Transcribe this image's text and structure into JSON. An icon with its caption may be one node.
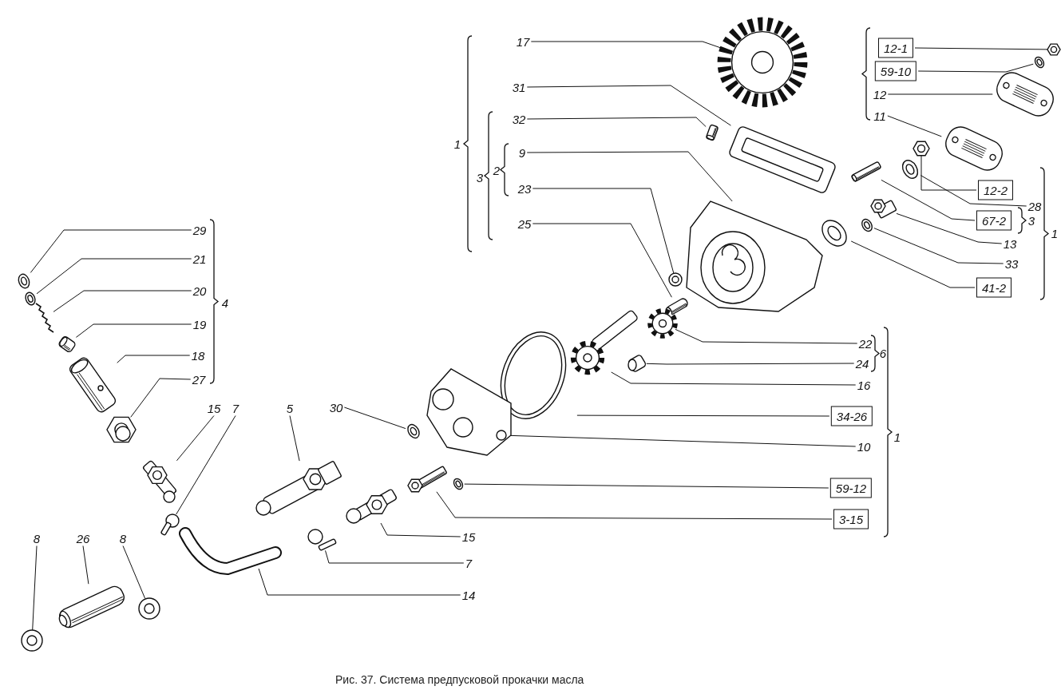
{
  "diagram": {
    "caption": "Рис. 37. Система предпусковой прокачки масла",
    "nodes": [
      {
        "text": [
          "17"
        ]
      },
      {
        "text": [
          "12-1"
        ]
      },
      {
        "text": [
          "59-10"
        ]
      },
      {
        "text": [
          "31"
        ]
      },
      {
        "text": [
          "12"
        ]
      },
      {
        "text": [
          "11"
        ]
      },
      {
        "text": [
          "32"
        ]
      },
      {
        "text": [
          "9"
        ]
      },
      {
        "text": [
          "12-2"
        ]
      },
      {
        "text": [
          "23"
        ]
      },
      {
        "text": [
          "28"
        ]
      },
      {
        "text": [
          "67-2"
        ]
      },
      {
        "text": [
          "25"
        ]
      },
      {
        "text": [
          "29"
        ]
      },
      {
        "text": [
          "13"
        ]
      },
      {
        "text": [
          "21"
        ]
      },
      {
        "text": [
          "33"
        ]
      },
      {
        "text": [
          "41-2"
        ]
      },
      {
        "text": [
          "20"
        ]
      },
      {
        "text": [
          "19"
        ]
      },
      {
        "text": [
          "22"
        ]
      },
      {
        "text": [
          "18"
        ]
      },
      {
        "text": [
          "24"
        ]
      },
      {
        "text": [
          "27"
        ]
      },
      {
        "text": [
          "16"
        ]
      },
      {
        "text": [
          "15"
        ]
      },
      {
        "text": [
          "7"
        ]
      },
      {
        "text": [
          "5"
        ]
      },
      {
        "text": [
          "30"
        ]
      },
      {
        "text": [
          "34-26"
        ]
      },
      {
        "text": [
          "10"
        ]
      },
      {
        "text": [
          "59-12"
        ]
      },
      {
        "text": [
          "3-15"
        ]
      },
      {
        "text": [
          "8"
        ]
      },
      {
        "text": [
          "26"
        ]
      },
      {
        "text": [
          "8"
        ]
      },
      {
        "text": [
          "15"
        ]
      },
      {
        "text": [
          "7"
        ]
      },
      {
        "text": [
          "14"
        ]
      },
      {
        "text": [],
        "shape": "picture"
      },
      {
        "text": [],
        "shape": "picture"
      },
      {
        "text": [],
        "shape": "picture"
      },
      {
        "text": [],
        "shape": "picture"
      },
      {
        "text": [],
        "shape": "picture"
      },
      {
        "text": [],
        "shape": "picture"
      },
      {
        "text": [],
        "shape": "picture"
      },
      {
        "text": [],
        "shape": "picture"
      },
      {
        "text": [],
        "shape": "picture"
      },
      {
        "text": [],
        "shape": "picture"
      },
      {
        "text": [],
        "shape": "picture"
      },
      {
        "text": [],
        "shape": "picture"
      },
      {
        "text": [],
        "shape": "picture"
      },
      {
        "text": [],
        "shape": "picture"
      },
      {
        "text": [],
        "shape": "picture"
      },
      {
        "text": [],
        "shape": "picture"
      },
      {
        "text": [],
        "shape": "picture"
      },
      {
        "text": [],
        "shape": "picture"
      },
      {
        "text": [],
        "shape": "picture"
      },
      {
        "text": [],
        "shape": "picture"
      },
      {
        "text": [],
        "shape": "picture"
      },
      {
        "text": [],
        "shape": "picture"
      },
      {
        "text": [],
        "shape": "picture"
      },
      {
        "text": [],
        "shape": "picture"
      },
      {
        "text": [],
        "shape": "picture"
      },
      {
        "text": [],
        "shape": "picture"
      },
      {
        "text": [],
        "shape": "picture"
      },
      {
        "text": [],
        "shape": "picture"
      },
      {
        "text": [],
        "shape": "picture"
      },
      {
        "text": [],
        "shape": "picture"
      },
      {
        "text": [],
        "shape": "picture"
      },
      {
        "text": [],
        "shape": "picture"
      },
      {
        "text": [],
        "shape": "picture"
      },
      {
        "text": [],
        "shape": "picture"
      },
      {
        "text": [],
        "shape": "picture"
      },
      {
        "text": [],
        "shape": "picture"
      },
      {
        "text": [],
        "shape": "picture"
      },
      {
        "text": [],
        "shape": "picture"
      },
      {
        "text": [],
        "shape": "picture"
      }
    ],
    "edges": [
      {
        "from": 0,
        "to": 39,
        "arrow": "none"
      },
      {
        "from": 1,
        "to": 40,
        "arrow": "none"
      },
      {
        "from": 2,
        "to": 41,
        "arrow": "none"
      },
      {
        "from": 3,
        "to": 42,
        "arrow": "none"
      },
      {
        "from": 4,
        "to": 43,
        "arrow": "none"
      },
      {
        "from": 5,
        "to": 44,
        "arrow": "none"
      },
      {
        "from": 6,
        "to": 45,
        "arrow": "none"
      },
      {
        "from": 7,
        "to": 46,
        "arrow": "none"
      },
      {
        "from": 8,
        "to": 47,
        "arrow": "none"
      },
      {
        "from": 9,
        "to": 48,
        "arrow": "none"
      },
      {
        "from": 10,
        "to": 49,
        "arrow": "none"
      },
      {
        "from": 11,
        "to": 50,
        "arrow": "none"
      },
      {
        "from": 12,
        "to": 51,
        "arrow": "none"
      },
      {
        "from": 13,
        "to": 52,
        "arrow": "none"
      },
      {
        "from": 14,
        "to": 53,
        "arrow": "none"
      },
      {
        "from": 15,
        "to": 54,
        "arrow": "none"
      },
      {
        "from": 16,
        "to": 55,
        "arrow": "none"
      },
      {
        "from": 17,
        "to": 56,
        "arrow": "none"
      },
      {
        "from": 18,
        "to": 57,
        "arrow": "none"
      },
      {
        "from": 19,
        "to": 58,
        "arrow": "none"
      },
      {
        "from": 20,
        "to": 59,
        "arrow": "none"
      },
      {
        "from": 21,
        "to": 60,
        "arrow": "none"
      },
      {
        "from": 22,
        "to": 61,
        "arrow": "none"
      },
      {
        "from": 23,
        "to": 62,
        "arrow": "none"
      },
      {
        "from": 24,
        "to": 63,
        "arrow": "none"
      },
      {
        "from": 25,
        "to": 64,
        "arrow": "none"
      },
      {
        "from": 26,
        "to": 65,
        "arrow": "none"
      },
      {
        "from": 27,
        "to": 66,
        "arrow": "none"
      },
      {
        "from": 28,
        "to": 67,
        "arrow": "none"
      },
      {
        "from": 29,
        "to": 68,
        "arrow": "none"
      },
      {
        "from": 30,
        "to": 69,
        "arrow": "none"
      },
      {
        "from": 31,
        "to": 70,
        "arrow": "none"
      },
      {
        "from": 32,
        "to": 71,
        "arrow": "none"
      },
      {
        "from": 33,
        "to": 72,
        "arrow": "none"
      },
      {
        "from": 34,
        "to": 73,
        "arrow": "none"
      },
      {
        "from": 35,
        "to": 74,
        "arrow": "none"
      },
      {
        "from": 36,
        "to": 75,
        "arrow": "none"
      },
      {
        "from": 37,
        "to": 76,
        "arrow": "none"
      },
      {
        "from": 38,
        "to": 77,
        "arrow": "none"
      }
    ],
    "labels": [
      "1",
      "3",
      "2",
      "3",
      "1",
      "4",
      "6",
      "1"
    ]
  }
}
